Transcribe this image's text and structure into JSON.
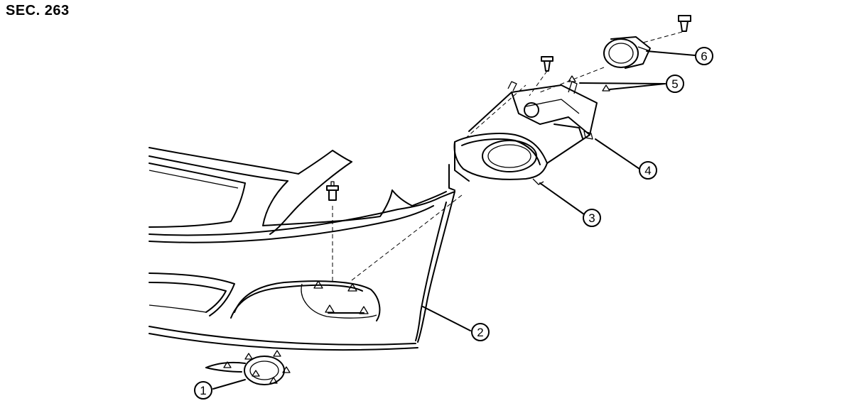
{
  "header": {
    "section_code": "SEC. 263"
  },
  "callouts": [
    {
      "id": "1",
      "label": "1"
    },
    {
      "id": "2",
      "label": "2"
    },
    {
      "id": "3",
      "label": "3"
    },
    {
      "id": "4",
      "label": "4"
    },
    {
      "id": "5",
      "label": "5"
    },
    {
      "id": "6",
      "label": "6"
    }
  ],
  "icons": {
    "clip": "clip-triangle-icon",
    "screw": "screw-icon",
    "callout": "callout-circle-icon"
  },
  "colors": {
    "line": "#000000",
    "background": "#ffffff"
  }
}
